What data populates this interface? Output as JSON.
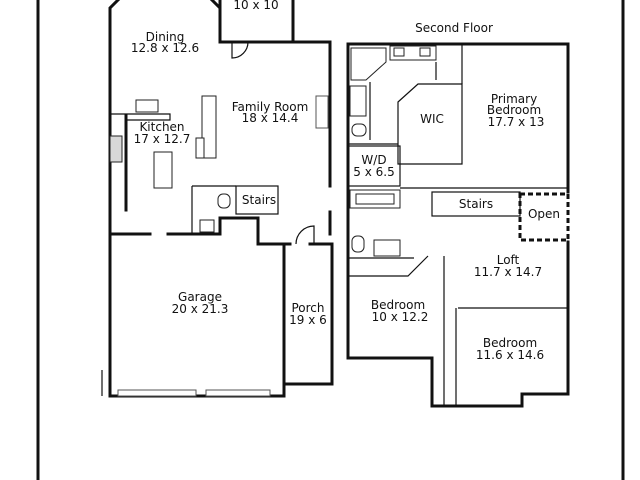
{
  "floor_labels": {
    "second_floor": "Second Floor"
  },
  "first_floor": {
    "top_room": {
      "dims": "10 x 10"
    },
    "dining": {
      "name": "Dining",
      "dims": "12.8 x 12.6"
    },
    "family_room": {
      "name": "Family Room",
      "dims": "18 x 14.4"
    },
    "kitchen": {
      "name": "Kitchen",
      "dims": "17 x 12.7"
    },
    "stairs": {
      "name": "Stairs"
    },
    "garage": {
      "name": "Garage",
      "dims": "20 x 21.3"
    },
    "porch": {
      "name": "Porch",
      "dims": "19 x 6"
    }
  },
  "second_floor": {
    "primary_bedroom": {
      "name_line1": "Primary",
      "name_line2": "Bedroom",
      "dims": "17.7 x 13"
    },
    "wic": {
      "name": "WIC"
    },
    "laundry": {
      "name": "W/D",
      "dims": "5 x 6.5"
    },
    "stairs": {
      "name": "Stairs"
    },
    "open": {
      "name": "Open"
    },
    "loft": {
      "name": "Loft",
      "dims": "11.7 x 14.7"
    },
    "bedroom_left": {
      "name": "Bedroom",
      "dims": "10 x 12.2"
    },
    "bedroom_right": {
      "name": "Bedroom",
      "dims": "11.6 x 14.6"
    }
  }
}
